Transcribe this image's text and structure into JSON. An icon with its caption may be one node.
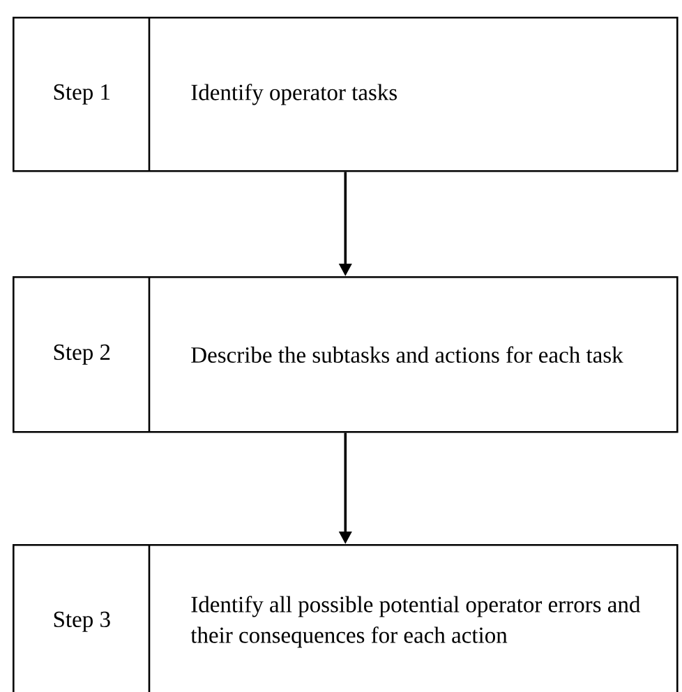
{
  "diagram": {
    "nodes": [
      {
        "text": [
          "Step 1",
          "Identify operator tasks"
        ]
      },
      {
        "text": [
          "Step 2",
          "Describe the subtasks and actions for each task"
        ]
      },
      {
        "text": [
          "Step 3",
          "Identify all possible potential operator errors and their consequences for each action"
        ]
      }
    ],
    "edges": [
      {
        "from": 0,
        "to": 1,
        "arrow": "to"
      },
      {
        "from": 1,
        "to": 2,
        "arrow": "to"
      }
    ]
  }
}
